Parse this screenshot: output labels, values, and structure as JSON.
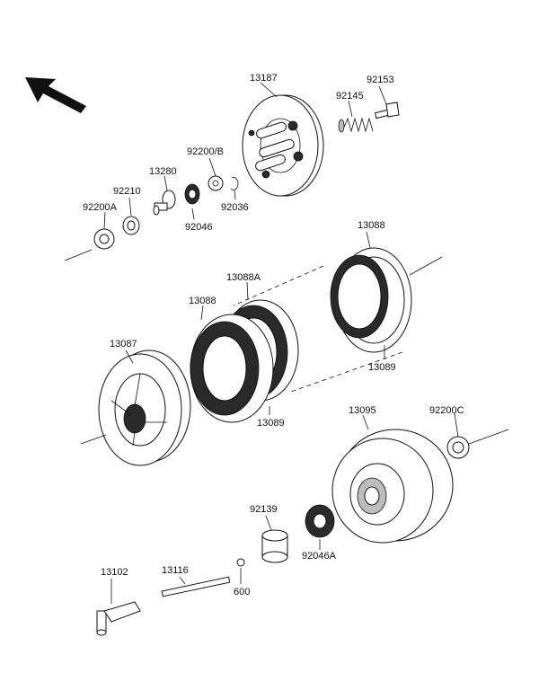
{
  "labels": {
    "p13187": "13187",
    "p92153": "92153",
    "p92145": "92145",
    "p92200B": "92200/B",
    "p13280": "13280",
    "p92210": "92210",
    "p92200A": "92200A",
    "p92046": "92046",
    "p92036": "92036",
    "p13088_top": "13088",
    "p13088A": "13088A",
    "p13088_mid": "13088",
    "p13087": "13087",
    "p13089_right": "13089",
    "p13089_mid": "13089",
    "p13095": "13095",
    "p92200C": "92200C",
    "p92139": "92139",
    "p92046A": "92046A",
    "p13102": "13102",
    "p13116": "13116",
    "p600": "600"
  },
  "colors": {
    "ink": "#111111",
    "dark_fill": "#2a2a2a",
    "background": "#ffffff"
  },
  "icons": {
    "direction": "arrow-up-left-icon"
  }
}
